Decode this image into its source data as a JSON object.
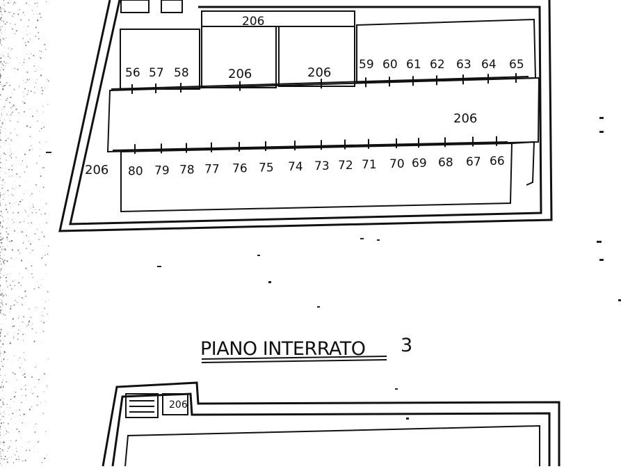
{
  "plan_title": "PIANO INTERRATO",
  "plan_number": "3",
  "corridor_label": "206",
  "top_row": [
    "56",
    "57",
    "58",
    "59",
    "60",
    "61",
    "62",
    "63",
    "64",
    "65"
  ],
  "bottom_row": [
    "80",
    "79",
    "78",
    "77",
    "76",
    "75",
    "74",
    "73",
    "72",
    "71",
    "70",
    "69",
    "68",
    "67",
    "66"
  ],
  "stair_label": "206",
  "colors": {
    "ink": "#111111",
    "paper": "#ffffff"
  }
}
